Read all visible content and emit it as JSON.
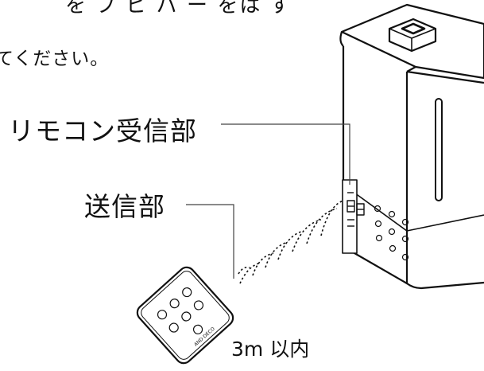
{
  "top_fragment": "を  プ    ビ  パ ー  をは  ず",
  "instruction_fragment": "てください。",
  "labels": {
    "receiver": "リモコン受信部",
    "transmitter": "送信部",
    "range": "3m 以内"
  },
  "remote_brand": "AND·DECO",
  "display_reading": "88"
}
